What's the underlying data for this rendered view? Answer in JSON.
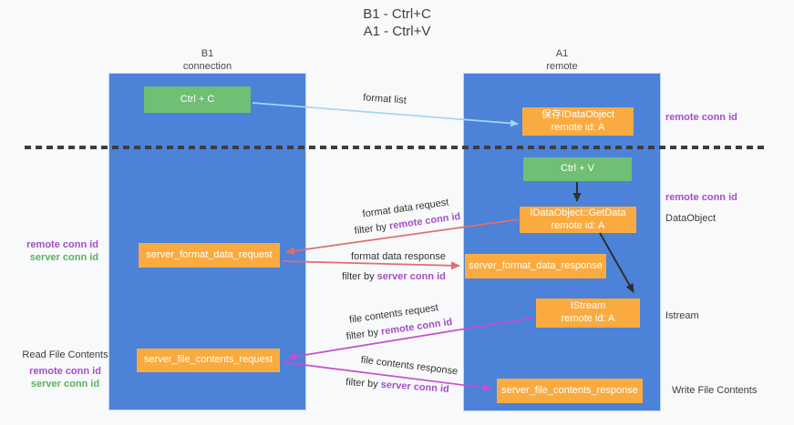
{
  "title": {
    "line1": "B1 - Ctrl+C",
    "line2": "A1 - Ctrl+V"
  },
  "columns": {
    "left": {
      "title": "B1",
      "subtitle": "connection"
    },
    "right": {
      "title": "A1",
      "subtitle": "remote"
    }
  },
  "nodes": {
    "ctrl_c": "Ctrl + C",
    "ctrl_v": "Ctrl + V",
    "save_dataobject": {
      "title": "保存IDataObject",
      "subtitle": "remote id: A"
    },
    "getdata": {
      "title": "IDataObject::GetData",
      "subtitle": "remote id: A"
    },
    "istream": {
      "title": "IStream",
      "subtitle": "remote id: A"
    },
    "server_format_data_request": "server_format_data_request",
    "server_format_data_response": "server_format_data_response",
    "server_file_contents_request": "server_file_contents_request",
    "server_file_contents_response": "server_file_contents_response"
  },
  "flow_labels": {
    "format_list": "format list",
    "format_data_request": "format data request",
    "format_data_response": "format data response",
    "file_contents_request": "file contents request",
    "file_contents_response": "file contents response",
    "filter_by": "filter by",
    "remote_conn_id": "remote conn id",
    "server_conn_id": "server conn id"
  },
  "side_labels": {
    "left_top": {
      "remote_conn_id": "remote conn id",
      "server_conn_id": "server conn id"
    },
    "left_bottom": {
      "read_file_contents": "Read File Contents",
      "remote_conn_id": "remote conn id",
      "server_conn_id": "server conn id"
    },
    "right": {
      "remote_conn_id_top": "remote conn id",
      "remote_conn_id_mid": "remote conn id",
      "dataobject": "DataObject",
      "istream": "Istream",
      "write_file_contents": "Write File Contents"
    }
  },
  "colors": {
    "column_blue": "#4c82d8",
    "box_orange": "#f9ab40",
    "box_green": "#70bf74",
    "arrow_lightblue": "#a9d4f2",
    "arrow_red": "#e06e6e",
    "arrow_magenta": "#c44fd0",
    "arrow_black": "#2f2f2f",
    "text_purple": "#a24fc8",
    "text_green": "#57b35c",
    "dash_gray": "#3d3d3d"
  }
}
